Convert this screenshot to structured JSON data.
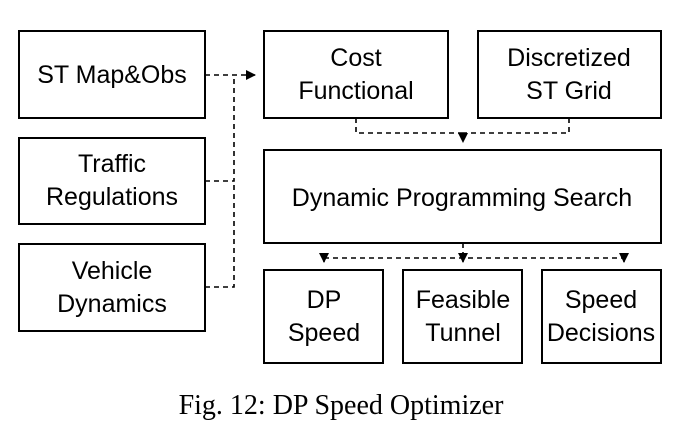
{
  "boxes": {
    "st_map_obs": [
      "ST Map&Obs"
    ],
    "traffic_regulations": [
      "Traffic",
      "Regulations"
    ],
    "vehicle_dynamics": [
      "Vehicle",
      "Dynamics"
    ],
    "cost_functional": [
      "Cost",
      "Functional"
    ],
    "discretized_st_grid": [
      "Discretized",
      "ST Grid"
    ],
    "dp_search": [
      "Dynamic Programming Search"
    ],
    "dp_speed": [
      "DP",
      "Speed"
    ],
    "feasible_tunnel": [
      "Feasible",
      "Tunnel"
    ],
    "speed_decisions": [
      "Speed",
      "Decisions"
    ]
  },
  "caption": "Fig. 12: DP Speed Optimizer"
}
